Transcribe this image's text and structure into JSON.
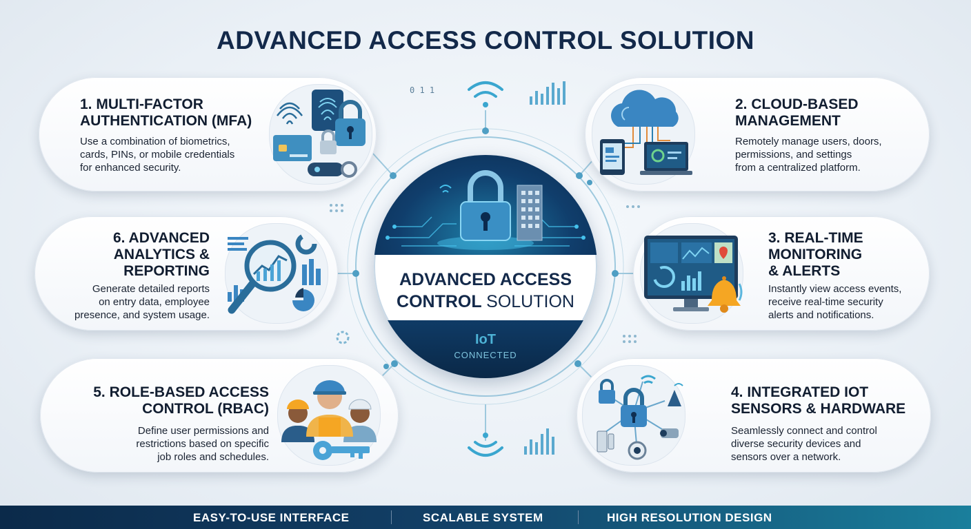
{
  "title": "ADVANCED ACCESS CONTROL SOLUTION",
  "hub": {
    "title_line1": "ADVANCED ACCESS",
    "title_line2_bold": "CONTROL",
    "title_line2_light": "SOLUTION",
    "badge": "IoT",
    "badge_sub": "CONNECTED",
    "bits": "0 1 1"
  },
  "features": [
    {
      "title_lines": [
        "1. MULTI-FACTOR",
        "AUTHENTICATION (MFA)"
      ],
      "desc_lines": [
        "Use a combination of biometrics,",
        "cards, PINs, or mobile credentials",
        "for enhanced security."
      ],
      "icon": "fingerprint-card-lock-icon"
    },
    {
      "title_lines": [
        "2. CLOUD-BASED",
        "MANAGEMENT"
      ],
      "desc_lines": [
        "Remotely manage users, doors,",
        "permissions, and settings",
        "from a centralized platform."
      ],
      "icon": "cloud-devices-icon"
    },
    {
      "title_lines": [
        "3. REAL-TIME",
        "MONITORING",
        "& ALERTS"
      ],
      "desc_lines": [
        "Instantly view access events,",
        "receive real-time security",
        "alerts and notifications."
      ],
      "icon": "monitor-bell-icon"
    },
    {
      "title_lines": [
        "4. INTEGRATED IoT",
        "SENSORS & HARDWARE"
      ],
      "desc_lines": [
        "Seamlessly connect and control",
        "diverse security devices and",
        "sensors over a network."
      ],
      "icon": "iot-network-icon"
    },
    {
      "title_lines": [
        "5. ROLE-BASED ACCESS",
        "CONTROL (RBAC)"
      ],
      "desc_lines": [
        "Define user permissions and",
        "restrictions based on specific",
        "job roles and schedules."
      ],
      "icon": "workers-key-icon"
    },
    {
      "title_lines": [
        "6. ADVANCED",
        "ANALYTICS &",
        "REPORTING"
      ],
      "desc_lines": [
        "Generate detailed reports",
        "on entry data, employee",
        "presence, and system usage."
      ],
      "icon": "magnifier-chart-icon"
    }
  ],
  "footer": [
    "EASY-TO-USE INTERFACE",
    "SCALABLE SYSTEM",
    "HIGH RESOLUTION DESIGN"
  ],
  "colors": {
    "navy": "#13294a",
    "accent": "#1e7fa8",
    "teal": "#4db3d6",
    "alert": "#f5a623"
  }
}
